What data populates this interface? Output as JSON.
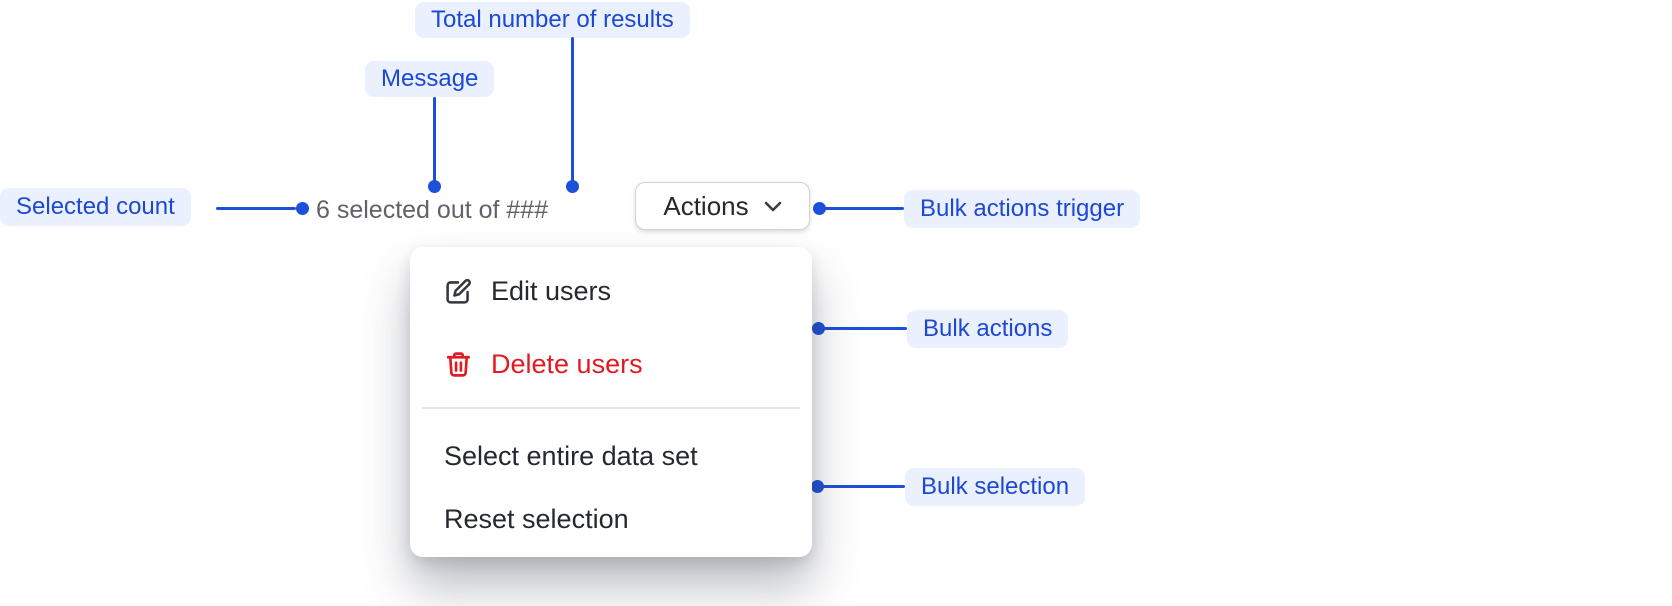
{
  "annotations": {
    "total_results": "Total number of results",
    "message": "Message",
    "selected_count": "Selected count",
    "bulk_actions_trigger": "Bulk actions trigger",
    "bulk_actions": "Bulk actions",
    "bulk_selection": "Bulk selection"
  },
  "toolbar": {
    "selection_message": "6 selected out of ###",
    "actions_button_label": "Actions",
    "actions_button_icon": "chevron-down-icon"
  },
  "menu": {
    "items": [
      {
        "label": "Edit users",
        "icon": "edit-pencil-icon",
        "variant": "default"
      },
      {
        "label": "Delete users",
        "icon": "trash-icon",
        "variant": "destructive"
      },
      {
        "label": "Select entire data set",
        "icon": "",
        "variant": "default"
      },
      {
        "label": "Reset selection",
        "icon": "",
        "variant": "default"
      }
    ],
    "divider_after_index": 1
  },
  "colors": {
    "accent_blue": "#1d4fd8",
    "annotation_bg": "#eaf0fd",
    "annotation_text": "#1c48d4",
    "destructive_red": "#e11b22",
    "text_dark": "#25282e",
    "text_gray": "#606169",
    "divider": "#e5e6e9",
    "button_border": "#d2d3d8"
  }
}
